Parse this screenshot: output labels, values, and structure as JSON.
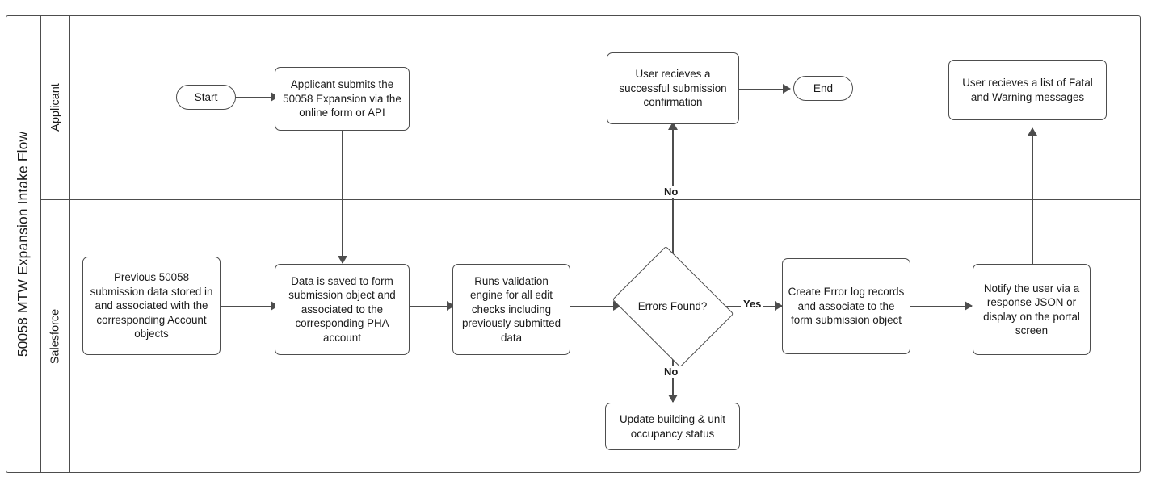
{
  "diagram": {
    "pool_title": "50058 MTW Expansion Intake Flow",
    "lanes": [
      {
        "id": "applicant",
        "label": "Applicant"
      },
      {
        "id": "salesforce",
        "label": "Salesforce"
      }
    ],
    "colors": {
      "stroke": "#4d4d4d",
      "text": "#1a1a1a",
      "background": "#ffffff"
    },
    "nodes": {
      "start": {
        "label": "Start",
        "shape": "terminator"
      },
      "applicant_submits": {
        "label": "Applicant submits the 50058 Expansion via the online form or API",
        "shape": "process"
      },
      "success_confirmation": {
        "label": "User recieves a successful submission confirmation",
        "shape": "process"
      },
      "end": {
        "label": "End",
        "shape": "terminator"
      },
      "fatal_warning_list": {
        "label": "User recieves a list of Fatal and Warning messages",
        "shape": "process"
      },
      "previous_data": {
        "label": "Previous 50058 submission data stored in and associated with the corresponding Account objects",
        "shape": "process"
      },
      "data_saved": {
        "label": "Data is saved to form submission object and associated to the corresponding PHA account",
        "shape": "process"
      },
      "validation_engine": {
        "label": "Runs validation engine for all edit checks including previously submitted data",
        "shape": "process"
      },
      "errors_found": {
        "label": "Errors Found?",
        "shape": "decision"
      },
      "error_log": {
        "label": "Create Error log records and associate to the form submission object",
        "shape": "process"
      },
      "notify_user": {
        "label": "Notify the user via a response JSON or display on the portal screen",
        "shape": "process"
      },
      "update_occupancy": {
        "label": "Update building & unit occupancy status",
        "shape": "process"
      }
    },
    "edge_labels": {
      "errors_yes": "Yes",
      "errors_no_down": "No",
      "errors_no_up": "No"
    }
  }
}
